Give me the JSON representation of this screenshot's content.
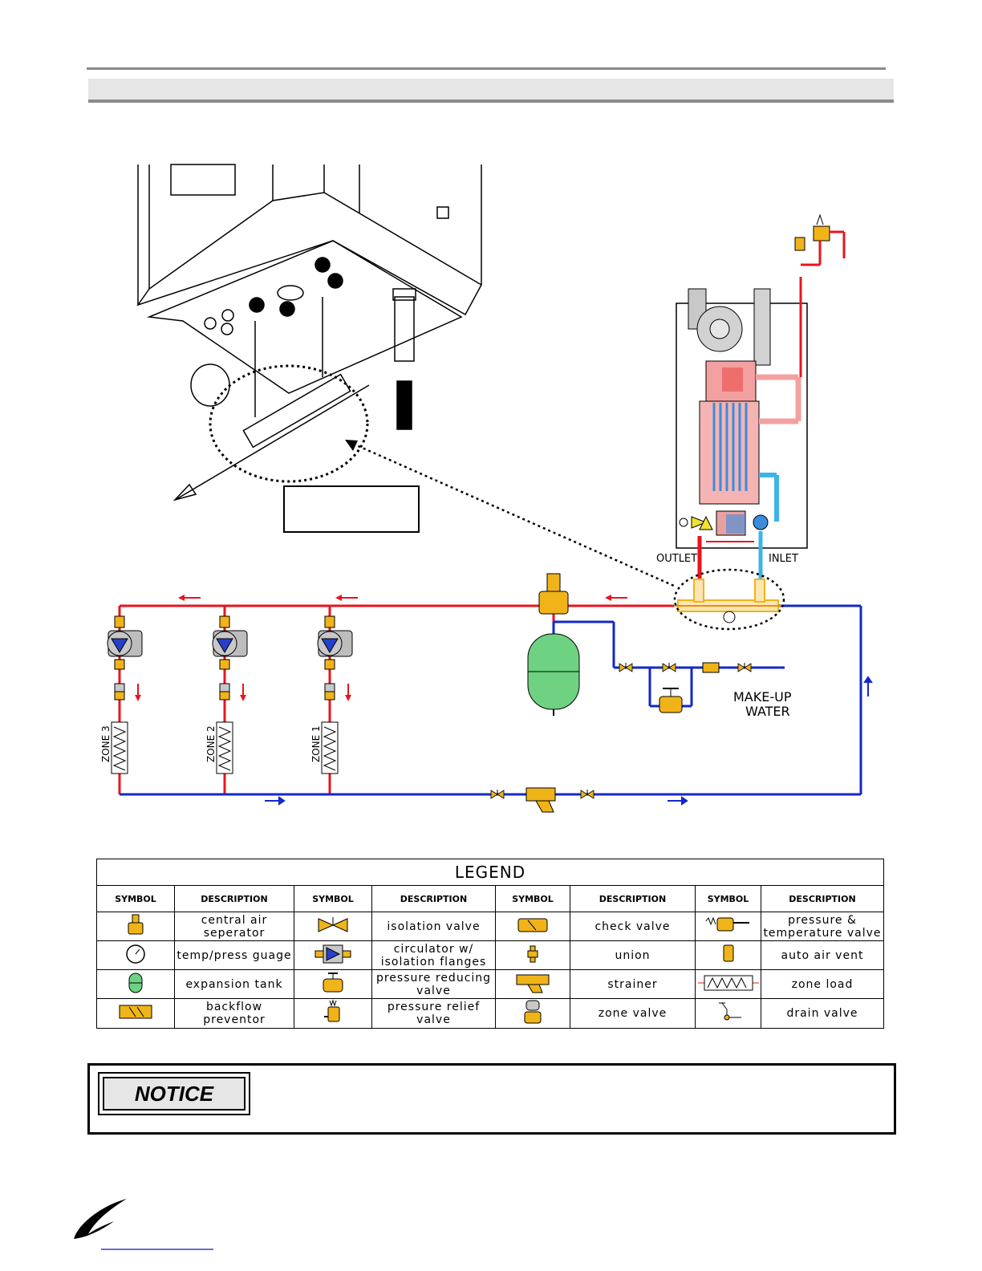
{
  "diagram": {
    "labels": {
      "outlet": "OUTLET",
      "inlet": "INLET",
      "makeup_line1": "MAKE-UP",
      "makeup_line2": "WATER",
      "zone1": "ZONE 1",
      "zone2": "ZONE 2",
      "zone3": "ZONE 3"
    },
    "colors": {
      "supply": "#e8141e",
      "return": "#1428c8",
      "valve": "#f0b419",
      "tank": "#6ed282",
      "hx": "#f4a0a0",
      "hx_tubes": "#3c8cdc"
    }
  },
  "legend": {
    "title": "LEGEND",
    "headers": [
      "SYMBOL",
      "DESCRIPTION",
      "SYMBOL",
      "DESCRIPTION",
      "SYMBOL",
      "DESCRIPTION",
      "SYMBOL",
      "DESCRIPTION"
    ],
    "rows": [
      [
        {
          "icon": "central-air-separator-icon",
          "desc": "central air seperator"
        },
        {
          "icon": "isolation-valve-icon",
          "desc": "isolation valve"
        },
        {
          "icon": "check-valve-icon",
          "desc": "check valve"
        },
        {
          "icon": "pressure-temperature-valve-icon",
          "desc": "pressure & temperature valve"
        }
      ],
      [
        {
          "icon": "temp-press-gauge-icon",
          "desc": "temp/press guage"
        },
        {
          "icon": "circulator-icon",
          "desc": "circulator w/ isolation flanges"
        },
        {
          "icon": "union-icon",
          "desc": "union"
        },
        {
          "icon": "auto-air-vent-icon",
          "desc": "auto air vent"
        }
      ],
      [
        {
          "icon": "expansion-tank-icon",
          "desc": "expansion tank"
        },
        {
          "icon": "pressure-reducing-valve-icon",
          "desc": "pressure reducing valve"
        },
        {
          "icon": "strainer-icon",
          "desc": "strainer"
        },
        {
          "icon": "zone-load-icon",
          "desc": "zone load"
        }
      ],
      [
        {
          "icon": "backflow-preventor-icon",
          "desc": "backflow preventor"
        },
        {
          "icon": "pressure-relief-valve-icon",
          "desc": "pressure relief valve"
        },
        {
          "icon": "zone-valve-icon",
          "desc": "zone valve"
        },
        {
          "icon": "drain-valve-icon",
          "desc": "drain valve"
        }
      ]
    ]
  },
  "notice": {
    "badge": "NOTICE"
  }
}
